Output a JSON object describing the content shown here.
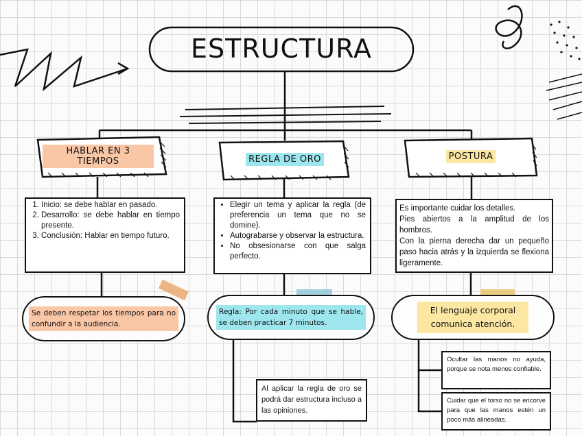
{
  "title": "ESTRUCTURA",
  "colors": {
    "orange": "#f9c6a6",
    "cyan": "#9ee6ee",
    "yellow": "#fbe6a2",
    "ink": "#111111",
    "grid": "#d9d9d9"
  },
  "branches": [
    {
      "header": "HABLAR EN 3 TIEMPOS",
      "items": [
        "Inicio: se debe hablar en pasado.",
        "Desarrollo: se debe hablar en tiempo presente.",
        "Conclusión: Hablar en tiempo futuro."
      ],
      "note": "Se deben respetar los tiempos para no confundir a la audiencia."
    },
    {
      "header": "REGLA DE ORO",
      "items": [
        "Elegir un tema y aplicar la regla (de preferencia un tema que no se domine).",
        "Autograbarse y observar la estructura.",
        "No obsesionarse con que salga perfecto."
      ],
      "note": "Regla: Por cada minuto que se hable, se deben practicar 7 minutos.",
      "sub": "Al aplicar la regla de oro se podrá dar estructura incluso a las opiniones."
    },
    {
      "header": "POSTURA",
      "lines": [
        "Es importante cuidar los detalles.",
        "Pies abiertos a la amplitud de los hombros.",
        "Con la pierna derecha dar un pequeño paso hacia atrás y la izquierda se flexiona ligeramente."
      ],
      "note": "El lenguaje corporal comunica atención.",
      "subs": [
        "Ocultar las manos no ayuda, porque se nota menos confiable.",
        "Cuidar que el torso no se encorve para que las manos estén un poco más alineadas."
      ]
    }
  ]
}
